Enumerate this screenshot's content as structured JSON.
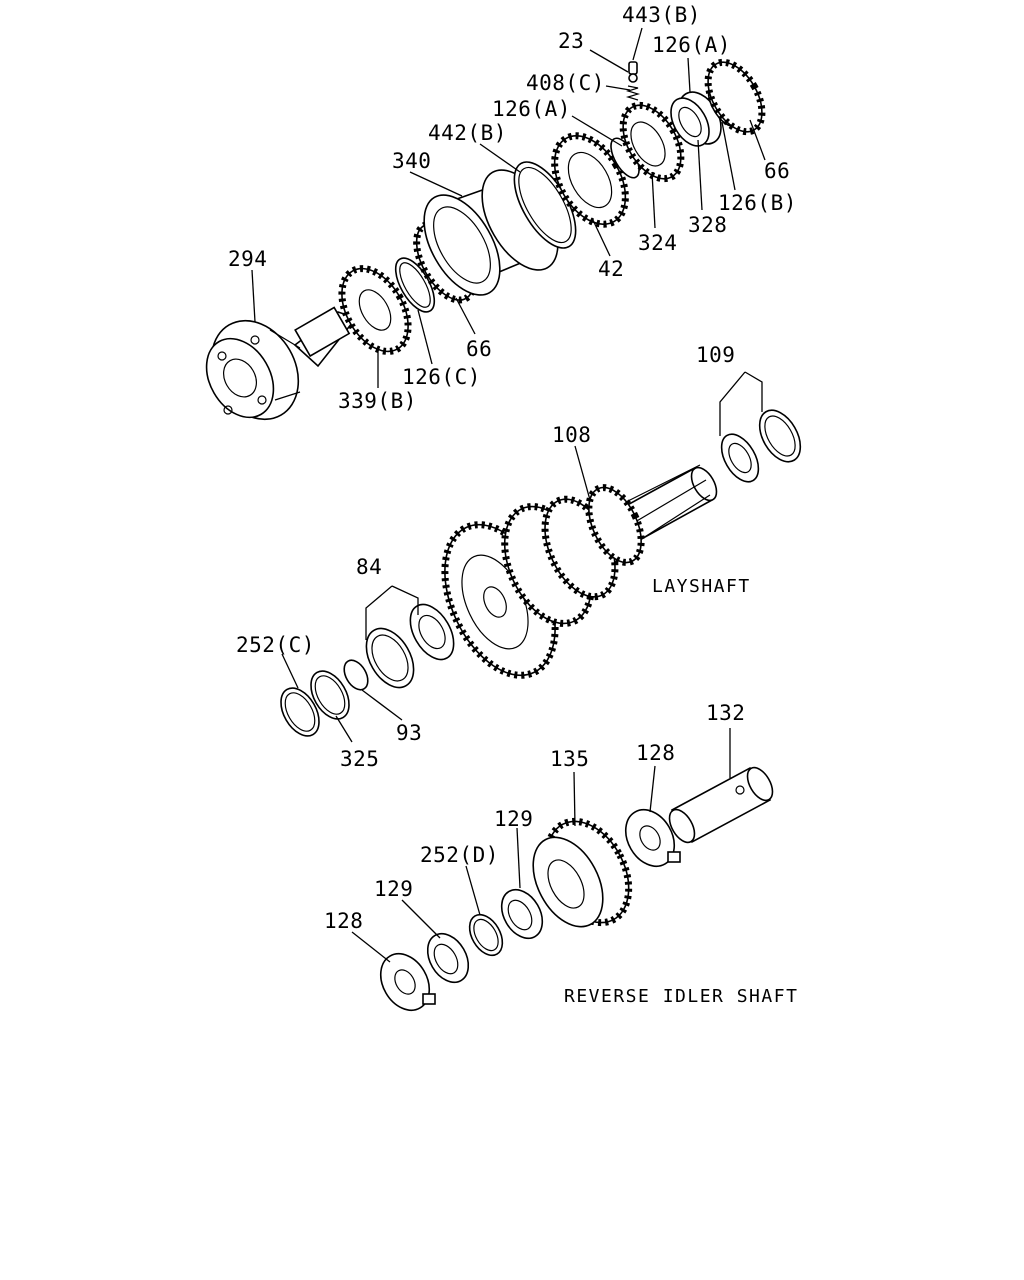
{
  "captions": {
    "layshaft": "LAYSHAFT",
    "reverse_idler_shaft": "REVERSE IDLER SHAFT"
  },
  "main_shaft_labels": {
    "p443b": "443(B)",
    "p23": "23",
    "p126a_top": "126(A)",
    "p408c": "408(C)",
    "p126a_mid": "126(A)",
    "p442b": "442(B)",
    "p340": "340",
    "p66_right": "66",
    "p126b": "126(B)",
    "p328": "328",
    "p324": "324",
    "p42": "42",
    "p294": "294",
    "p66_left": "66",
    "p126c": "126(C)",
    "p339b": "339(B)"
  },
  "layshaft_labels": {
    "p109": "109",
    "p108": "108",
    "p84": "84",
    "p252c": "252(C)",
    "p93": "93",
    "p325": "325"
  },
  "idler_labels": {
    "p132": "132",
    "p135": "135",
    "p128_top": "128",
    "p129_upper": "129",
    "p252d": "252(D)",
    "p129_lower": "129",
    "p128_bottom": "128"
  }
}
